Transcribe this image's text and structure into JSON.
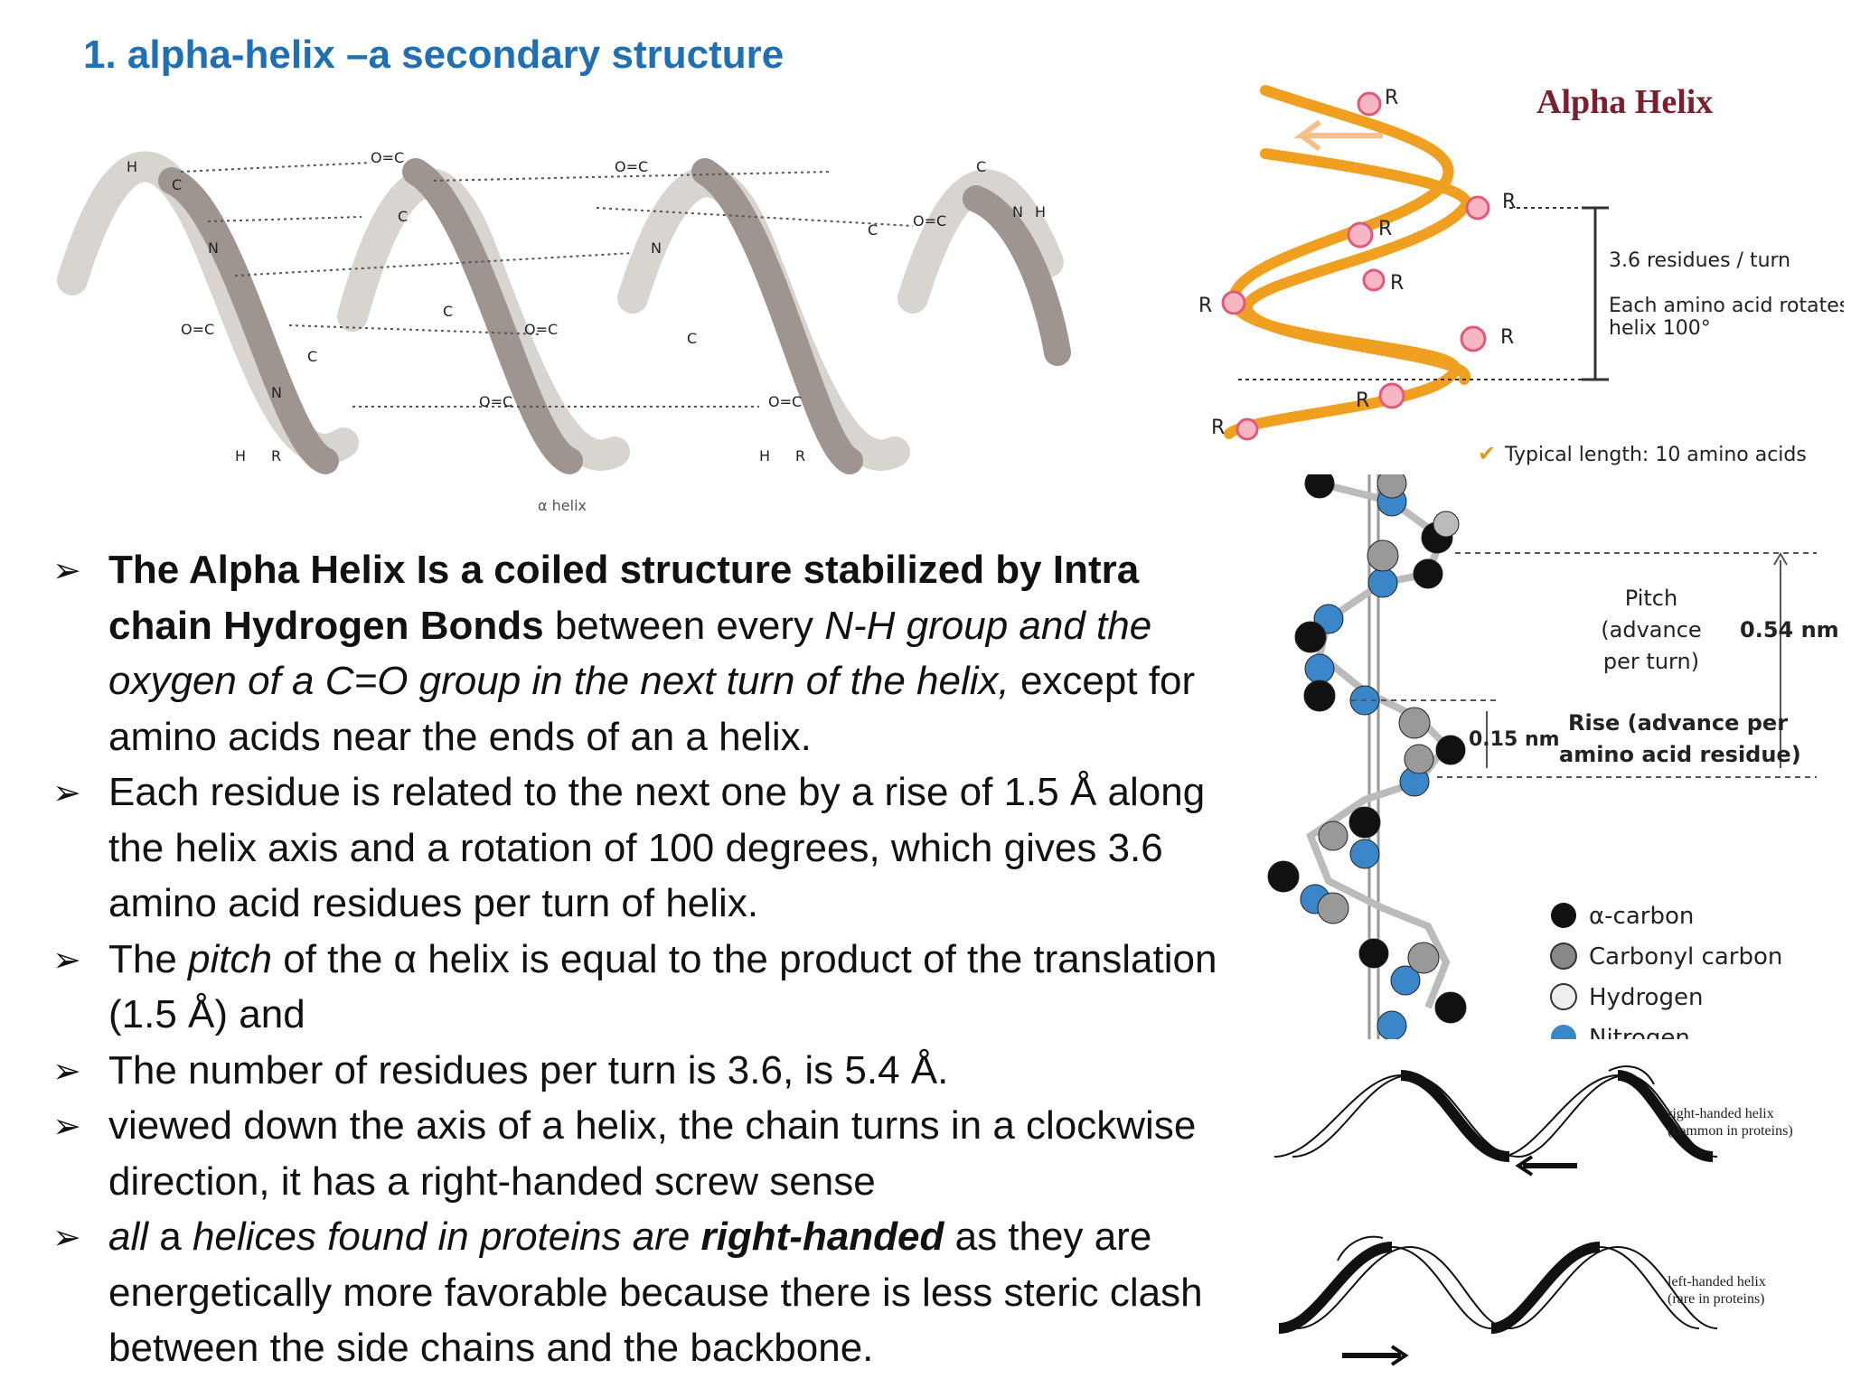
{
  "title": "1. alpha-helix –a secondary structure",
  "fig1": {
    "caption": "α helix"
  },
  "fig2": {
    "title": "Alpha Helix",
    "residues_per_turn": "3.6 residues / turn",
    "rotation_line1": "Each amino acid rotates",
    "rotation_line2": "helix 100°",
    "typical_length": "Typical length: 10 amino acids",
    "r_label": "R"
  },
  "fig3": {
    "pitch_line1": "Pitch",
    "pitch_line2": "(advance",
    "pitch_line3": "per turn)",
    "pitch_value": "0.54 nm",
    "rise_value": "0.15 nm",
    "rise_line1": "Rise (advance per",
    "rise_line2": "amino acid residue)",
    "legend": [
      "α-carbon",
      "Carbonyl carbon",
      "Hydrogen",
      "Nitrogen"
    ]
  },
  "fig4": {
    "right_line1": "right-handed helix",
    "right_line2": "(common in proteins)",
    "left_line1": "left-handed helix",
    "left_line2": "(rare in proteins)"
  },
  "bullets": [
    {
      "parts": [
        {
          "t": "The Alpha Helix Is a coiled structure stabilized by Intra chain Hydrogen Bonds",
          "s": "b"
        },
        {
          "t": " between every ",
          "s": ""
        },
        {
          "t": "N-H group and the oxygen of a C=O group in the next turn of the helix,",
          "s": "i"
        },
        {
          "t": " except for amino acids near the ends of an a helix.",
          "s": ""
        }
      ]
    },
    {
      "parts": [
        {
          "t": "Each residue is related to the next one by a rise of 1.5 Å along the helix axis and a rotation of 100 degrees, which gives 3.6 amino acid residues per turn of helix.",
          "s": ""
        }
      ]
    },
    {
      "parts": [
        {
          "t": "The ",
          "s": ""
        },
        {
          "t": "pitch",
          "s": "i"
        },
        {
          "t": " of the α helix is equal to the product of the translation (1.5 Å) and",
          "s": ""
        }
      ]
    },
    {
      "parts": [
        {
          "t": "The number of residues per turn is 3.6, is 5.4 Å.",
          "s": ""
        }
      ]
    },
    {
      "parts": [
        {
          "t": "viewed down the axis of a helix, the chain turns in a clockwise direction, it has a right-handed screw sense",
          "s": ""
        }
      ]
    },
    {
      "parts": [
        {
          "t": "all",
          "s": "i"
        },
        {
          "t": " a ",
          "s": ""
        },
        {
          "t": "helices found in proteins are ",
          "s": "i"
        },
        {
          "t": "right-handed",
          "s": "bi"
        },
        {
          "t": " as they are energetically more favorable because there is less steric clash between the side chains and the backbone.",
          "s": ""
        }
      ]
    }
  ]
}
